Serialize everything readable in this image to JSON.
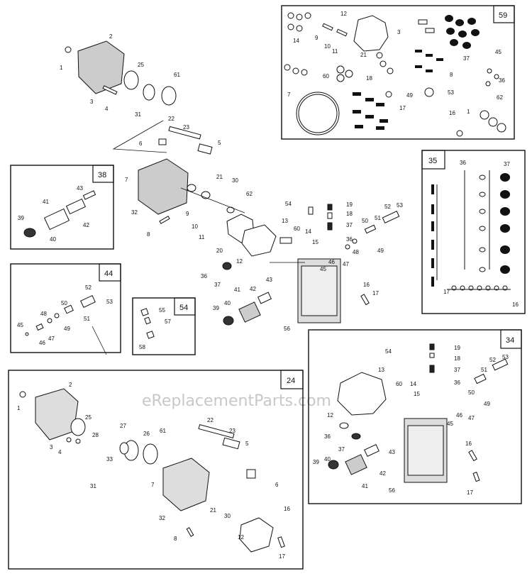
{
  "watermark": "eReplacementParts.com",
  "kits": {
    "k59": "59",
    "k35": "35",
    "k38": "38",
    "k44": "44",
    "k54": "54",
    "k24": "24",
    "k34": "34"
  },
  "main_labels": {
    "l1": "1",
    "l2": "2",
    "l25": "25",
    "l61": "61",
    "l3": "3",
    "l4": "4",
    "l31": "31",
    "l22": "22",
    "l23": "23",
    "l6": "6",
    "l5": "5",
    "l7": "7",
    "l21": "21",
    "l30": "30",
    "l62": "62",
    "l32": "32",
    "l9": "9",
    "l10": "10",
    "l11": "11",
    "l8": "8",
    "l20": "20",
    "l12": "12",
    "l13": "13",
    "l60": "60",
    "l14": "14",
    "l15": "15",
    "l54": "54",
    "l19": "19",
    "l18": "18",
    "l37": "37",
    "l36": "36",
    "l52": "52",
    "l53": "53",
    "l51": "51",
    "l50": "50",
    "l48": "48",
    "l49": "49",
    "l46": "46",
    "l47": "47",
    "l45": "45",
    "l36b": "36",
    "l37b": "37",
    "l43": "43",
    "l41": "41",
    "l42": "42",
    "l39": "39",
    "l40": "40",
    "l16": "16",
    "l17": "17",
    "l56": "56"
  },
  "box59_labels": {
    "a14": "14",
    "a12": "12",
    "a9": "9",
    "a10": "10",
    "a11": "11",
    "a3": "3",
    "a37": "37",
    "a45": "45",
    "a21": "21",
    "a60": "60",
    "a18": "18",
    "a8": "8",
    "a36": "36",
    "a7": "7",
    "a49": "49",
    "a53": "53",
    "a62": "62",
    "a17": "17",
    "a16": "16",
    "a1": "1"
  },
  "box35_labels": {
    "b36": "36",
    "b37": "37",
    "b17": "17",
    "b16": "16"
  },
  "box38_labels": {
    "c43": "43",
    "c41": "41",
    "c42": "42",
    "c39": "39",
    "c40": "40"
  },
  "box44_labels": {
    "d52": "52",
    "d53": "53",
    "d50": "50",
    "d51": "51",
    "d48": "48",
    "d49": "49",
    "d45": "45",
    "d46": "46",
    "d47": "47"
  },
  "box54_labels": {
    "e55": "55",
    "e57": "57",
    "e58": "58"
  },
  "box24_labels": {
    "f2": "2",
    "f1": "1",
    "f25": "25",
    "f27": "27",
    "f22": "22",
    "f23": "23",
    "f28": "28",
    "f26": "26",
    "f61": "61",
    "f5": "5",
    "f3": "3",
    "f4": "4",
    "f33": "33",
    "f31": "31",
    "f7": "7",
    "f6": "6",
    "f21": "21",
    "f30": "30",
    "f32": "32",
    "f16": "16",
    "f12": "12",
    "f8": "8",
    "f17": "17"
  },
  "box34_labels": {
    "g19": "19",
    "g54": "54",
    "g18": "18",
    "g13": "13",
    "g37": "37",
    "g60": "60",
    "g14": "14",
    "g15": "15",
    "g36": "36",
    "g52": "52",
    "g53": "53",
    "g51": "51",
    "g50": "50",
    "g12": "12",
    "g49": "49",
    "g45": "45",
    "g46": "46",
    "g47": "47",
    "g36b": "36",
    "g37b": "37",
    "g43": "43",
    "g42": "42",
    "g16": "16",
    "g39": "39",
    "g40": "40",
    "g41": "41",
    "g56": "56",
    "g17": "17"
  }
}
